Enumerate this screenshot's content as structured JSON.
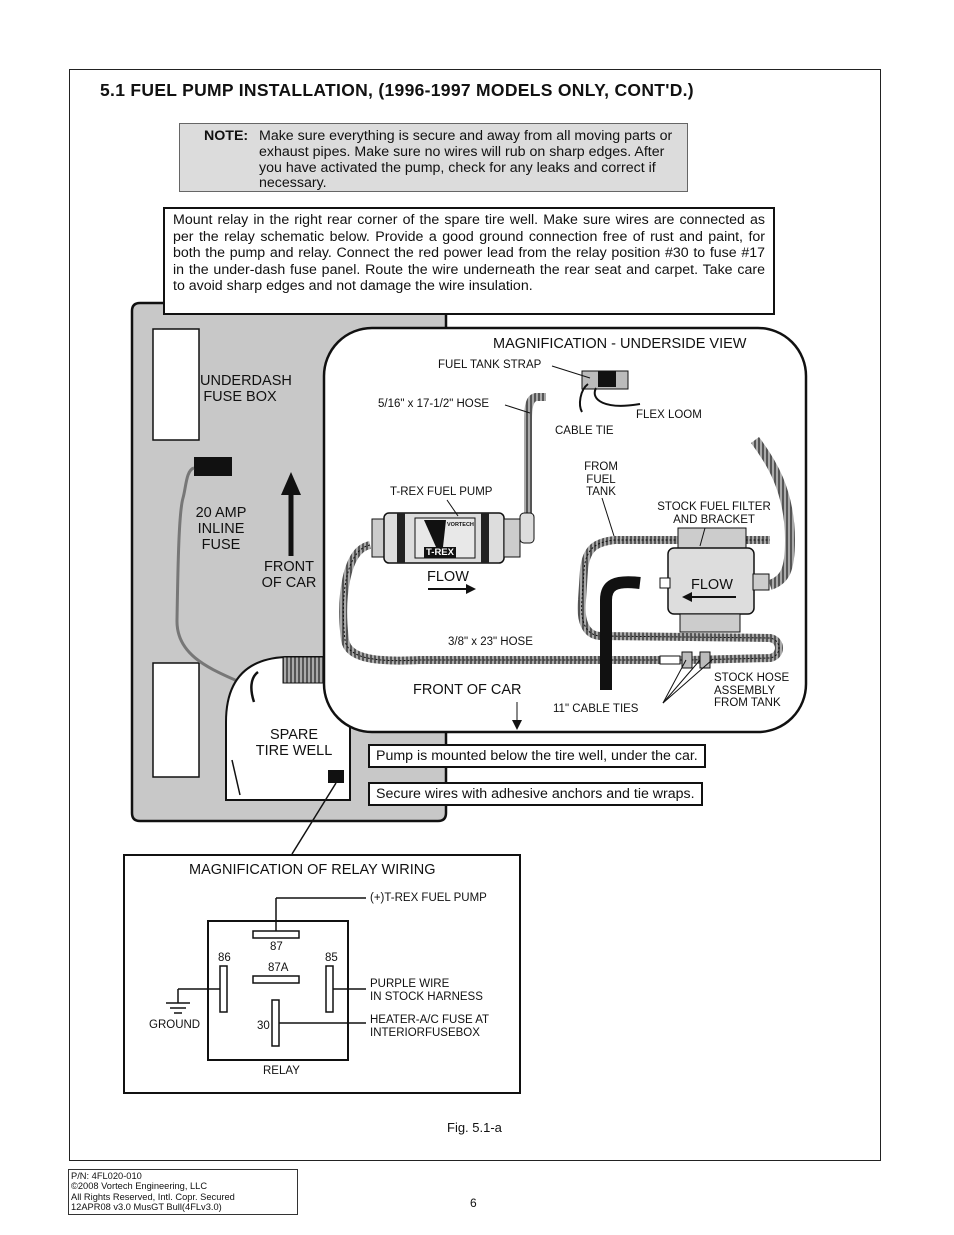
{
  "title": "5.1  FUEL PUMP INSTALLATION,  (1996-1997 MODELS ONLY, CONT'D.)",
  "note": {
    "label": "NOTE:",
    "text": "Make sure everything is secure and away from all moving parts or exhaust pipes. Make sure no wires will rub on sharp edges. After you have activated the pump, check for any leaks and correct if necessary."
  },
  "mount_text": "Mount relay in the right rear corner of the spare tire well. Make sure wires are connected as per the relay schematic below. Provide a good ground connection free of rust and paint, for both the pump and relay. Connect the red power lead from the relay position #30 to fuse #17 in the under-dash fuse panel. Route the wire underneath the rear seat and carpet. Take care to avoid sharp edges and not damage the wire insulation.",
  "trunk": {
    "underdash_line1": "UNDERDASH",
    "underdash_line2": "FUSE BOX",
    "fuse_line1": "20 AMP",
    "fuse_line2": "INLINE",
    "fuse_line3": "FUSE",
    "front_line1": "FRONT",
    "front_line2": "OF CAR",
    "spare_line1": "SPARE",
    "spare_line2": "TIRE WELL"
  },
  "magnification": {
    "title": "MAGNIFICATION - UNDERSIDE VIEW",
    "fuel_tank_strap": "FUEL TANK STRAP",
    "hose_516": "5/16\" x 17-1/2\" HOSE",
    "cable_tie": "CABLE TIE",
    "flex_loom": "FLEX LOOM",
    "from_line1": "FROM",
    "from_line2": "FUEL",
    "from_line3": "TANK",
    "trex_pump": "T-REX FUEL PUMP",
    "trex_badge": "T-REX",
    "vortech_badge": "VORTECH",
    "stock_filter_line1": "STOCK FUEL FILTER",
    "stock_filter_line2": "AND BRACKET",
    "flow_left": "FLOW",
    "flow_right": "FLOW",
    "hose_38": "3/8\" x 23\" HOSE",
    "front_of_car": "FRONT OF CAR",
    "stock_hose_line1": "STOCK HOSE",
    "stock_hose_line2": "ASSEMBLY",
    "stock_hose_line3": "FROM TANK",
    "cable_ties_11": "11\" CABLE TIES"
  },
  "callouts": {
    "pump_mounted": "Pump is mounted below the tire well, under the car.",
    "secure_wires": "Secure wires with adhesive anchors and tie wraps."
  },
  "relay": {
    "title": "MAGNIFICATION OF RELAY WIRING",
    "trex_pump": "(+)T-REX FUEL PUMP",
    "pin_87": "87",
    "pin_87a": "87A",
    "pin_86": "86",
    "pin_85": "85",
    "pin_30": "30",
    "purple_line1": "PURPLE WIRE",
    "purple_line2": "IN STOCK HARNESS",
    "heater_line1": "HEATER-A/C FUSE AT",
    "heater_line2": "INTERIORFUSEBOX",
    "ground": "GROUND",
    "relay": "RELAY"
  },
  "figure_caption": "Fig. 5.1-a",
  "footer": {
    "line1": "P/N: 4FL020-010",
    "line2": "©2008 Vortech Engineering, LLC",
    "line3": "All Rights Reserved, Intl. Copr. Secured",
    "line4": "12APR08 v3.0 MusGT Bull(4FLv3.0)"
  },
  "page_number": "6",
  "colors": {
    "trunk_gray": "#c8c8c8",
    "note_gray": "#dcdcdc",
    "line": "#111111"
  }
}
